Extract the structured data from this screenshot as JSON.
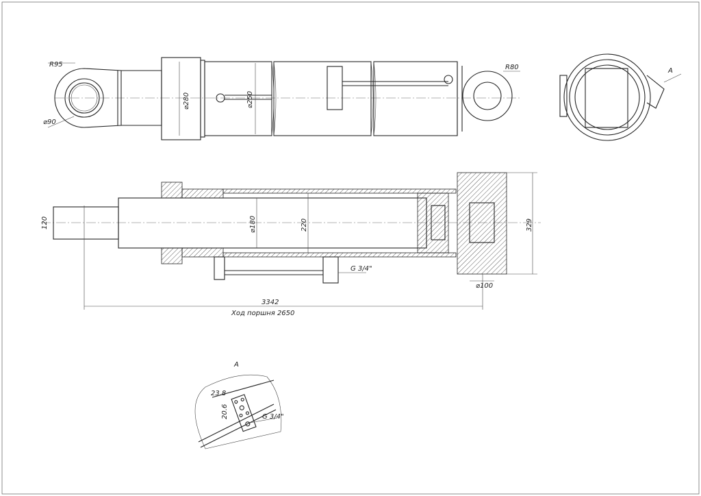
{
  "top_view": {
    "r_eye": "R95",
    "d_pin": "⌀90",
    "d_head": "⌀280",
    "d_tube": "⌀250",
    "r_rear": "R80"
  },
  "end_view": {
    "view_arrow": "A"
  },
  "section_view": {
    "d_rod_end": "120",
    "d_rod": "⌀180",
    "d_bore": "220",
    "d_rear_eye": "329",
    "d_rear_pin": "⌀100",
    "port": "G 3/4\"",
    "total_length": "3342",
    "stroke": "Ход поршня 2650"
  },
  "detail_a": {
    "title": "A",
    "dim_w": "23.8",
    "dim_h": "20.6",
    "port": "G 3/4\""
  }
}
